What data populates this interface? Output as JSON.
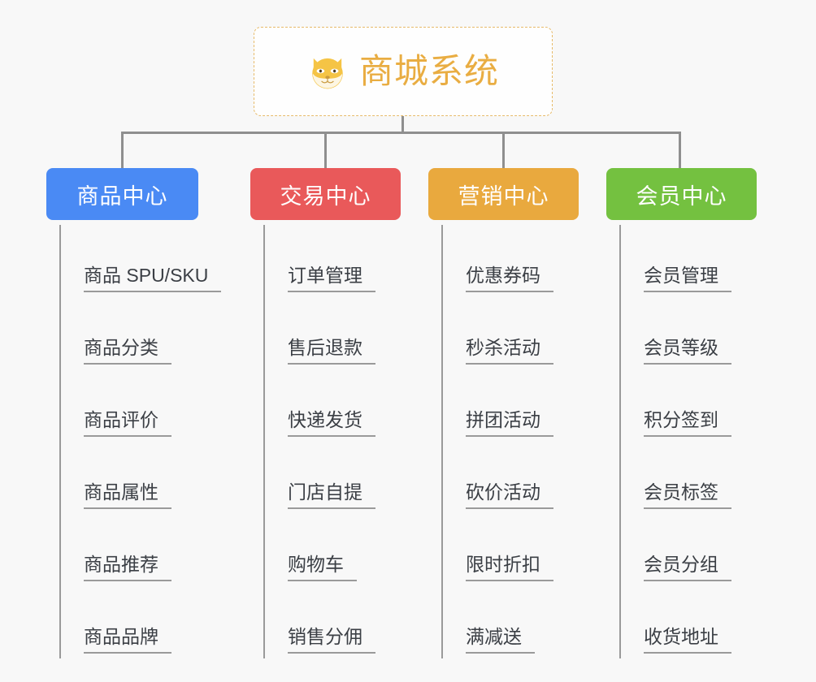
{
  "page": {
    "background_color": "#f8f8f8",
    "connector_color": "#8f8f8f",
    "leaf_line_color": "#9a9a9a",
    "leaf_text_color": "#3b3f45"
  },
  "root": {
    "title": "商城系统",
    "icon": "shiba-dog-emoji",
    "text_color": "#e9ad42",
    "border_color": "#e7bb6a",
    "background_color": "#fefefe"
  },
  "branches": [
    {
      "label": "商品中心",
      "color": "#4a8af4",
      "items": [
        "商品 SPU/SKU",
        "商品分类",
        "商品评价",
        "商品属性",
        "商品推荐",
        "商品品牌"
      ]
    },
    {
      "label": "交易中心",
      "color": "#e9595a",
      "items": [
        "订单管理",
        "售后退款",
        "快递发货",
        "门店自提",
        "购物车",
        "销售分佣"
      ]
    },
    {
      "label": "营销中心",
      "color": "#e9a93e",
      "items": [
        "优惠券码",
        "秒杀活动",
        "拼团活动",
        "砍价活动",
        "限时折扣",
        "满减送"
      ]
    },
    {
      "label": "会员中心",
      "color": "#74c140",
      "items": [
        "会员管理",
        "会员等级",
        "积分签到",
        "会员标签",
        "会员分组",
        "收货地址"
      ]
    }
  ]
}
